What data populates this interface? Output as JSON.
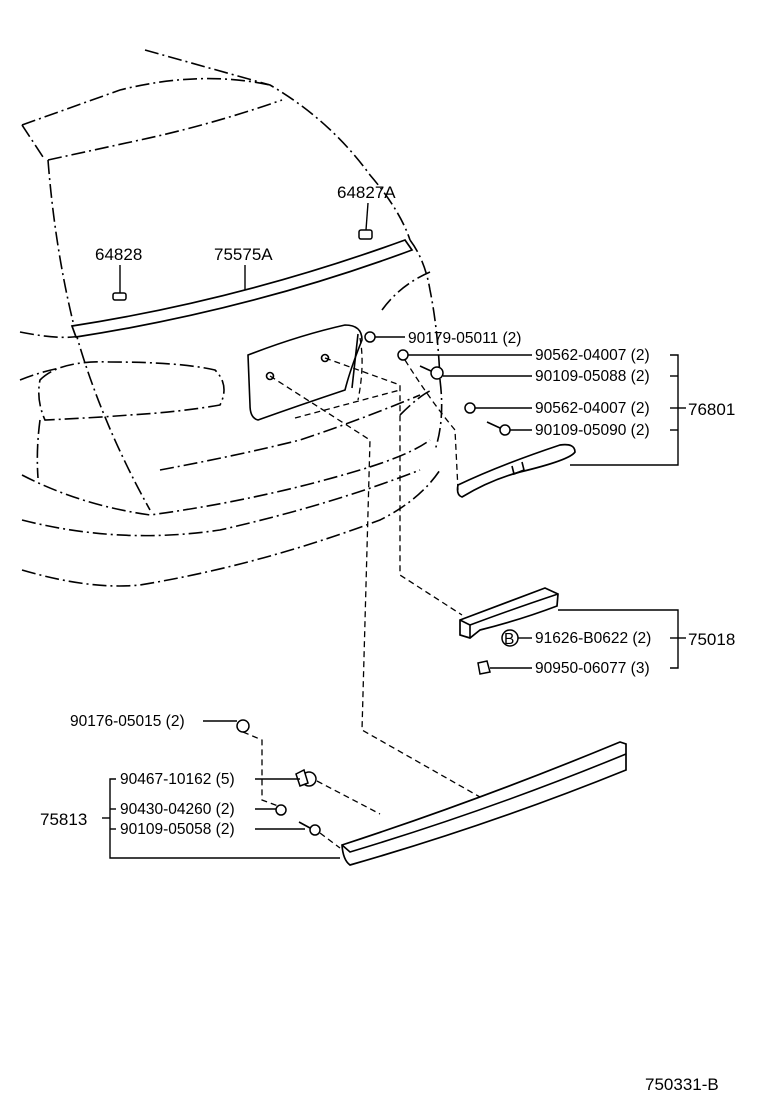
{
  "diagram_id": "750331-B",
  "labels": {
    "p64827A": "64827A",
    "p64828": "64828",
    "p75575A": "75575A",
    "p90179": "90179-05011 (2)",
    "p90562a": "90562-04007 (2)",
    "p90109_088": "90109-05088 (2)",
    "p90562b": "90562-04007 (2)",
    "p90109_090": "90109-05090 (2)",
    "p76801": "76801",
    "b_marker": "B",
    "p91626": "91626-B0622 (2)",
    "p75018": "75018",
    "p90950": "90950-06077 (3)",
    "p90176": "90176-05015 (2)",
    "p90467": "90467-10162 (5)",
    "p90430": "90430-04260 (2)",
    "p90109_058": "90109-05058 (2)",
    "p75813": "75813"
  }
}
